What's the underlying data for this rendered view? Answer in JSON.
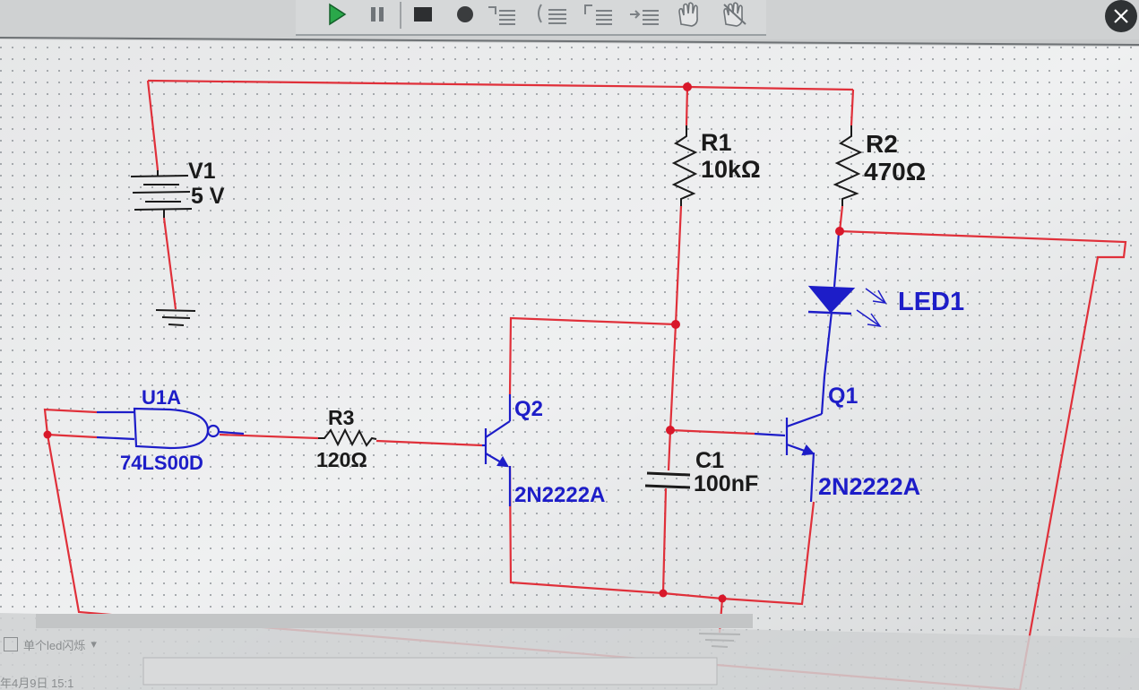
{
  "toolbar": {
    "icons": [
      "run-icon",
      "pause-icon",
      "stop-icon",
      "breakpoint-icon",
      "step-into-icon",
      "step-over-icon",
      "step-out-icon",
      "run-to-cursor-icon",
      "hand-icon",
      "hand-crossed-icon"
    ]
  },
  "schematic": {
    "V1": {
      "name": "V1",
      "value": "5 V"
    },
    "R1": {
      "name": "R1",
      "value": "10kΩ"
    },
    "R2": {
      "name": "R2",
      "value": "470Ω"
    },
    "R3": {
      "name": "R3",
      "value": "120Ω"
    },
    "LED1": {
      "name": "LED1"
    },
    "U1A": {
      "name": "U1A",
      "part": "74LS00D"
    },
    "Q1": {
      "name": "Q1",
      "part": "2N2222A"
    },
    "Q2": {
      "name": "Q2",
      "part": "2N2222A"
    },
    "C1": {
      "name": "C1",
      "value": "100nF"
    }
  },
  "colors": {
    "wire": "#e0303a",
    "component": "#1d1dc8",
    "label_black": "#1a1a1a",
    "junction": "#d8182a"
  },
  "statusbar": {
    "tab_label": "单个led闪烁",
    "date_fragment": "年4月9日 15:1"
  }
}
